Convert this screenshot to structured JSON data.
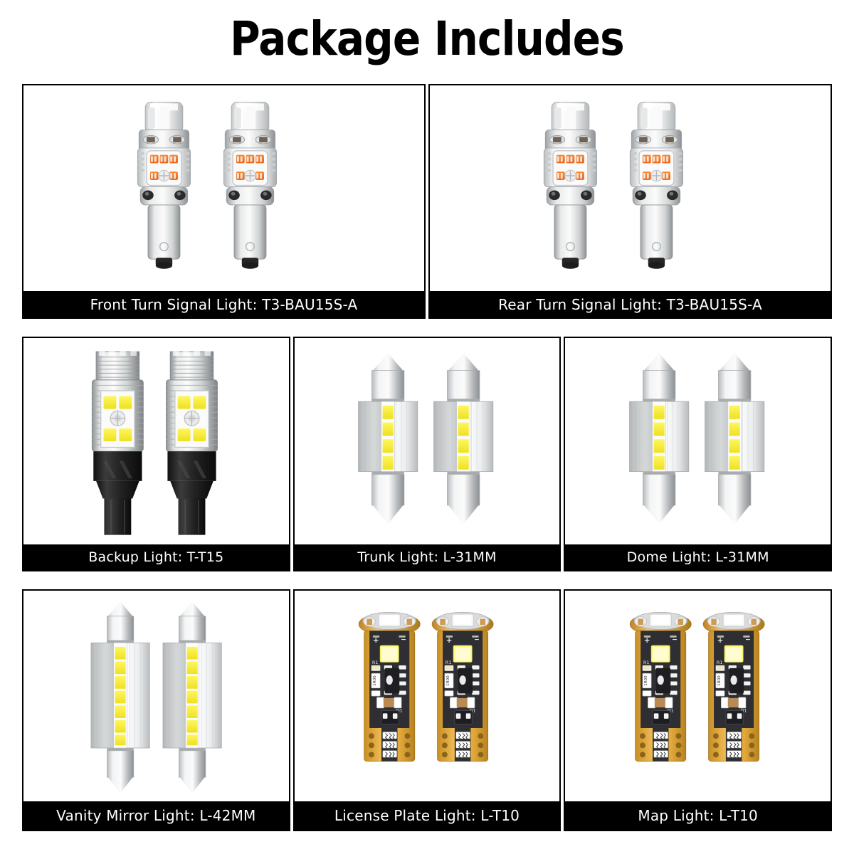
{
  "header": {
    "title": "Package Includes"
  },
  "colors": {
    "background": "#ffffff",
    "border": "#000000",
    "caption_bar": "#000000",
    "caption_text": "#ffffff",
    "led_amber": "#f4701b",
    "led_yellow": "#f3e52a",
    "led_white": "#ffffff",
    "metal_light": "#f2f2f2",
    "metal_mid": "#c9cbcc",
    "metal_dark": "#8f9294",
    "pcb_gold": "#e2a93c",
    "pcb_black": "#2e2e33",
    "base_black": "#1b1b1b"
  },
  "grid": {
    "rows": [
      {
        "row_index": 1,
        "cells": [
          {
            "id": "front-turn-signal",
            "caption": "Front Turn Signal Light: T3-BAU15S-A",
            "bulb_type": "bau15s",
            "quantity": 2,
            "led_color": "amber",
            "led_count_visible": 5
          },
          {
            "id": "rear-turn-signal",
            "caption": "Rear Turn Signal Light: T3-BAU15S-A",
            "bulb_type": "bau15s",
            "quantity": 2,
            "led_color": "amber",
            "led_count_visible": 5
          }
        ]
      },
      {
        "row_index": 2,
        "cells": [
          {
            "id": "backup",
            "caption": "Backup Light: T-T15",
            "bulb_type": "t15-wedge",
            "quantity": 2,
            "led_color": "yellow-white",
            "led_count_visible": 4
          },
          {
            "id": "trunk",
            "caption": "Trunk Light: L-31MM",
            "bulb_type": "festoon-31",
            "quantity": 2,
            "led_color": "yellow-white",
            "led_count_visible": 4
          },
          {
            "id": "dome",
            "caption": "Dome Light: L-31MM",
            "bulb_type": "festoon-31",
            "quantity": 2,
            "led_color": "yellow-white",
            "led_count_visible": 4
          }
        ]
      },
      {
        "row_index": 3,
        "cells": [
          {
            "id": "vanity-mirror",
            "caption": "Vanity Mirror Light: L-42MM",
            "bulb_type": "festoon-42",
            "quantity": 2,
            "led_color": "yellow-white",
            "led_count_visible": 7
          },
          {
            "id": "license-plate",
            "caption": "License Plate Light: L-T10",
            "bulb_type": "t10-pcb",
            "quantity": 2,
            "led_color": "white",
            "pcb_markings": [
              "R1",
              "1R00",
              "D1",
              "+",
              "-"
            ]
          },
          {
            "id": "map",
            "caption": "Map Light: L-T10",
            "bulb_type": "t10-pcb",
            "quantity": 2,
            "led_color": "white",
            "pcb_markings": [
              "R1",
              "1R00",
              "D1",
              "+",
              "-"
            ]
          }
        ]
      }
    ]
  }
}
